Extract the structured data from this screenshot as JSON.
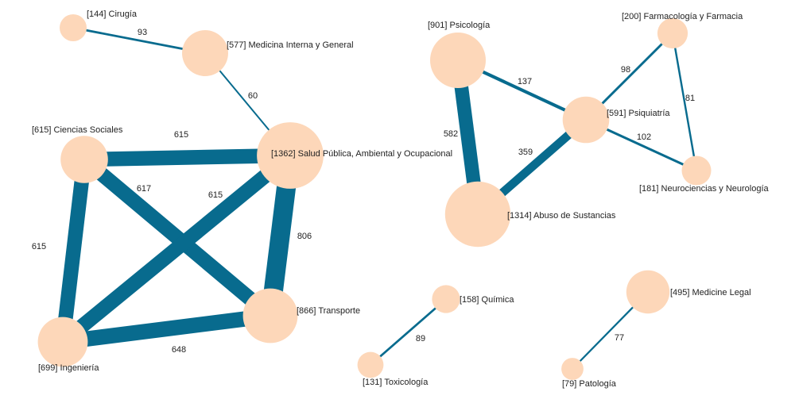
{
  "colors": {
    "edge": "#086b8e",
    "node": "#fdd7b9",
    "text": "#222222"
  },
  "graph": {
    "nodes": [
      {
        "id": "cirugia",
        "label": "[144] Cirugía",
        "count": 144
      },
      {
        "id": "medicina",
        "label": "[577] Medicina Interna y General",
        "count": 577
      },
      {
        "id": "salud",
        "label": "[1362] Salud Pública, Ambiental y Ocupacional",
        "count": 1362
      },
      {
        "id": "ciencias",
        "label": "[615] Ciencias Sociales",
        "count": 615
      },
      {
        "id": "ingenieria",
        "label": "[699] Ingeniería",
        "count": 699
      },
      {
        "id": "transporte",
        "label": "[866] Transporte",
        "count": 866
      },
      {
        "id": "psicologia",
        "label": "[901] Psicología",
        "count": 901
      },
      {
        "id": "farmacologia",
        "label": "[200] Farmacología y Farmacia",
        "count": 200
      },
      {
        "id": "psiquiatria",
        "label": "[591] Psiquiatría",
        "count": 591
      },
      {
        "id": "neurociencias",
        "label": "[181] Neurociencias y Neurología",
        "count": 181
      },
      {
        "id": "abuso",
        "label": "[1314] Abuso de Sustancias",
        "count": 1314
      },
      {
        "id": "quimica",
        "label": "[158] Química",
        "count": 158
      },
      {
        "id": "toxicologia",
        "label": "[131] Toxicología",
        "count": 131
      },
      {
        "id": "medicine_legal",
        "label": "[495] Medicine Legal",
        "count": 495
      },
      {
        "id": "patologia",
        "label": "[79] Patología",
        "count": 79
      }
    ],
    "edges": [
      {
        "source": "cirugia",
        "target": "medicina",
        "weight": 93,
        "label": "93"
      },
      {
        "source": "medicina",
        "target": "salud",
        "weight": 60,
        "label": "60"
      },
      {
        "source": "ciencias",
        "target": "salud",
        "weight": 615,
        "label": "615"
      },
      {
        "source": "ciencias",
        "target": "transporte",
        "weight": 617,
        "label": "617"
      },
      {
        "source": "ingenieria",
        "target": "salud",
        "weight": 615,
        "label": "615"
      },
      {
        "source": "salud",
        "target": "transporte",
        "weight": 806,
        "label": "806"
      },
      {
        "source": "ciencias",
        "target": "ingenieria",
        "weight": 615,
        "label": "615"
      },
      {
        "source": "ingenieria",
        "target": "transporte",
        "weight": 648,
        "label": "648"
      },
      {
        "source": "psicologia",
        "target": "psiquiatria",
        "weight": 137,
        "label": "137"
      },
      {
        "source": "psicologia",
        "target": "abuso",
        "weight": 582,
        "label": "582"
      },
      {
        "source": "psiquiatria",
        "target": "abuso",
        "weight": 359,
        "label": "359"
      },
      {
        "source": "farmacologia",
        "target": "psiquiatria",
        "weight": 98,
        "label": "98"
      },
      {
        "source": "farmacologia",
        "target": "neurociencias",
        "weight": 81,
        "label": "81"
      },
      {
        "source": "psiquiatria",
        "target": "neurociencias",
        "weight": 102,
        "label": "102"
      },
      {
        "source": "quimica",
        "target": "toxicologia",
        "weight": 89,
        "label": "89"
      },
      {
        "source": "medicine_legal",
        "target": "patologia",
        "weight": 77,
        "label": "77"
      }
    ]
  }
}
